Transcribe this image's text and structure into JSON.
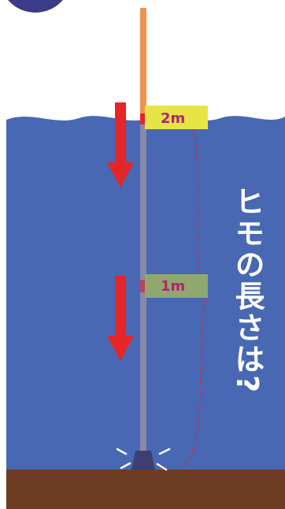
{
  "labels": {
    "top_marker": "2m",
    "mid_marker": "1m",
    "question": "ヒモの長さは?"
  },
  "colors": {
    "water": "#4868b3",
    "seabed": "#6d3c22",
    "pole": "#8a88a8",
    "pole_above_water": "#f0924a",
    "sinker": "#3d3f73",
    "arrow": "#e52528",
    "top_tag": "#e7e546",
    "mid_tag": "#8fa870",
    "marker_text": "#b6226a",
    "dotted_line": "#e52528",
    "question_text": "#ffffff"
  },
  "icons": {
    "top_circle": "circle-icon",
    "arrows": "down-arrow-icon",
    "sinker": "sinker-icon",
    "sparkle": "impact-lines-icon"
  }
}
